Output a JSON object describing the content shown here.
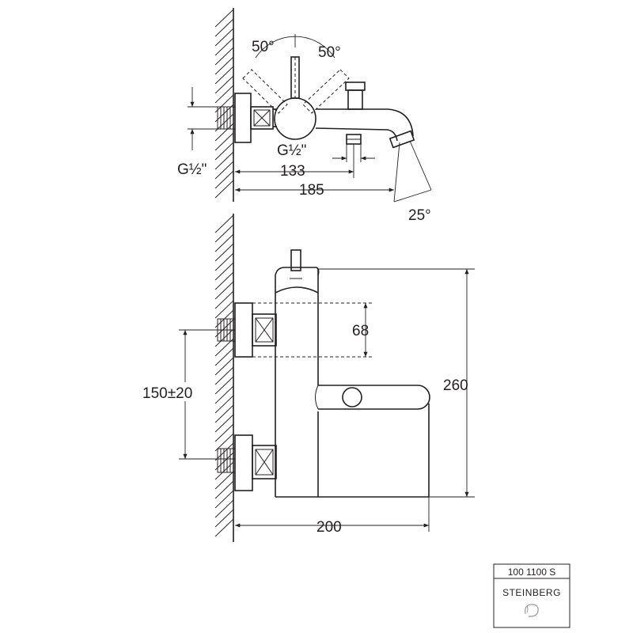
{
  "top_view": {
    "angle_left": "50°",
    "angle_right": "50°",
    "thread_left": "G½\"",
    "thread_outlet": "G½\"",
    "dim_outlet": "133",
    "dim_overall": "185",
    "spout_angle": "25°"
  },
  "front_view": {
    "dim_handle_height": "68",
    "dim_height": "260",
    "dim_centers": "150±20",
    "dim_depth": "200"
  },
  "title_block": {
    "code": "100 1100 S",
    "brand": "STEINBERG"
  }
}
